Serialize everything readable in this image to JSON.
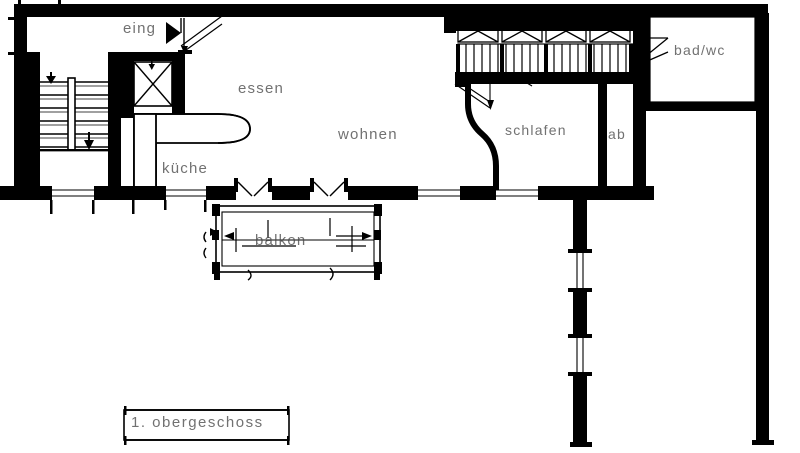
{
  "drawing": {
    "title": "1. obergeschoss",
    "type": "architectural-floor-plan",
    "ink_color": "#000000",
    "paper_color": "#ffffff",
    "label_color": "#4a4a4a"
  },
  "rooms": [
    {
      "key": "eing",
      "label": "eing",
      "meaning": "entrance / Eingang"
    },
    {
      "key": "essen",
      "label": "essen",
      "meaning": "dining"
    },
    {
      "key": "wohnen",
      "label": "wohnen",
      "meaning": "living"
    },
    {
      "key": "kueche",
      "label": "küche",
      "meaning": "kitchen"
    },
    {
      "key": "schlafen",
      "label": "schlafen",
      "meaning": "sleeping / bedroom"
    },
    {
      "key": "ab",
      "label": "ab",
      "meaning": "storage / Abstellraum"
    },
    {
      "key": "badwc",
      "label": "bad/wc",
      "meaning": "bathroom / toilet"
    },
    {
      "key": "balkon",
      "label": "balkon",
      "meaning": "balcony"
    }
  ],
  "annotations": {
    "floor_caption": "1. obergeschoss",
    "entrance_marker": "eing"
  }
}
